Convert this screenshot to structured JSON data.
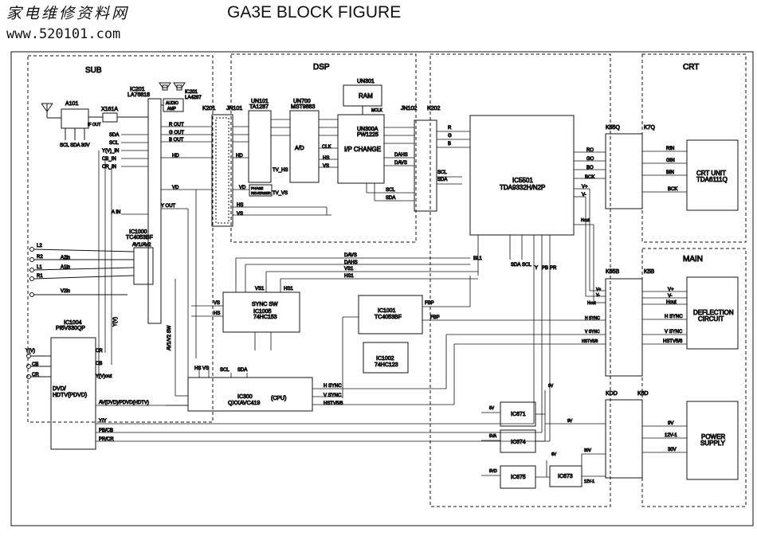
{
  "watermark": {
    "line1": "家电维修资料网",
    "line2": "www.520101.com"
  },
  "title": "GA3E BLOCK FIGURE",
  "sections": {
    "sub": "SUB",
    "dsp": "DSP",
    "crt": "CRT",
    "main": "MAIN"
  },
  "ics": {
    "ic201": [
      "IC201",
      "LA76818"
    ],
    "ic201b": [
      "IC201",
      "LA4287"
    ],
    "amp": [
      "AUDIO",
      "AMP"
    ],
    "a101": "A101",
    "x161a": "X161A",
    "ic1000": [
      "IC1000",
      "TC4053BF",
      "AV1/AV2"
    ],
    "ic1004": [
      "IC1004",
      "PI5V330QP"
    ],
    "dvd": [
      "DVD/",
      "HDTV(PDVD)"
    ],
    "un101": [
      "UN101",
      "TA1287"
    ],
    "un700": [
      "UN700",
      "MST9883"
    ],
    "un301": [
      "UN301",
      "RAM",
      "MCLK"
    ],
    "un300a": [
      "UN300A",
      "PW1225",
      "I/P CHANGE"
    ],
    "ic5501": [
      "IC5501",
      "TDA9332H/N2P"
    ],
    "ic1005": [
      "SYNC SW",
      "IC1005",
      "74HC153"
    ],
    "ic1001": [
      "IC1001",
      "TC4053BF"
    ],
    "ic1002": [
      "IC1002",
      "74HC123"
    ],
    "ic300": [
      "IC300",
      "QXXAVC419",
      "(CPU)"
    ],
    "crt_unit": [
      "CRT UNIT",
      "TDA6111Q"
    ],
    "deflection": [
      "DEFLECTION",
      "CIRCUIT"
    ],
    "power": [
      "POWER",
      "SUPPLY"
    ],
    "ic671": "IC671",
    "ic674": "IC674",
    "ic675": "IC675",
    "ic673": "IC673"
  },
  "connectors": {
    "k201": "K201",
    "jn101": "JN101",
    "jn102": "JN102",
    "k202": "K202",
    "k55q": "K55Q",
    "k7q": "K7Q",
    "k55b": "K55B",
    "k5b": "K5B",
    "kdd": "KDD",
    "k6d": "K6D"
  },
  "signals": {
    "rout": "R OUT",
    "gout": "G OUT",
    "bout": "B OUT",
    "hd": "HD",
    "vd": "VD",
    "vout": "Y OUT",
    "ain": "A IN",
    "sda": "SDA",
    "scl": "SCL",
    "yv": "Y(V)_IN",
    "cbin": "CB_IN",
    "crin": "CR_IN",
    "ifout": "IF OUT",
    "davs": "DAVS",
    "dahs": "DAHS",
    "vs1": "VS1",
    "hs1": "HS1",
    "hs": "HS",
    "vs": "VS",
    "clk": "CLK",
    "ad": "A/D",
    "tvhs": "TV_HS",
    "tvvs": "TV_VS",
    "phase": [
      "PHASE",
      "REVERSER"
    ],
    "fbp": "FBP",
    "hsync": "H SYNC",
    "vsync": "V SYNC",
    "hstv": "HSTV5/6",
    "hout": "Hout",
    "rin": "RIN",
    "gin": "GIN",
    "bin": "BIN",
    "bck": "BCK",
    "ro": "RO",
    "go": "GO",
    "bo": "BO",
    "vplus": "V+",
    "vminus": "V-",
    "bl1": "BL1",
    "a2in": "A2in",
    "a1in": "A1in",
    "v2in": "V2in",
    "l1": "L1",
    "l2": "L2",
    "r1": "R1",
    "r2": "R2",
    "yy": "Y/Y",
    "pbcb": "PB/CB",
    "prcr": "PR/CR",
    "avsel": "AV(DVD)/PDVD(HDTV)",
    "v9": "9V",
    "v5": "5V",
    "v5a": "5VA",
    "v5d": "5VD",
    "v6": "6V",
    "v30": "30V",
    "v12": "12V-1",
    "cb": "CB",
    "cr": "CR",
    "y": "Y",
    "pr": "PR",
    "pb": "PB",
    "yvi": "Y(V)",
    "yvout": "Y(V)out",
    "avv2sw": "AV1/V2 SW",
    "yvlabel": "Y(V)",
    "hsvs": "HS VS",
    "scl30": "SCL SDA 30V"
  }
}
